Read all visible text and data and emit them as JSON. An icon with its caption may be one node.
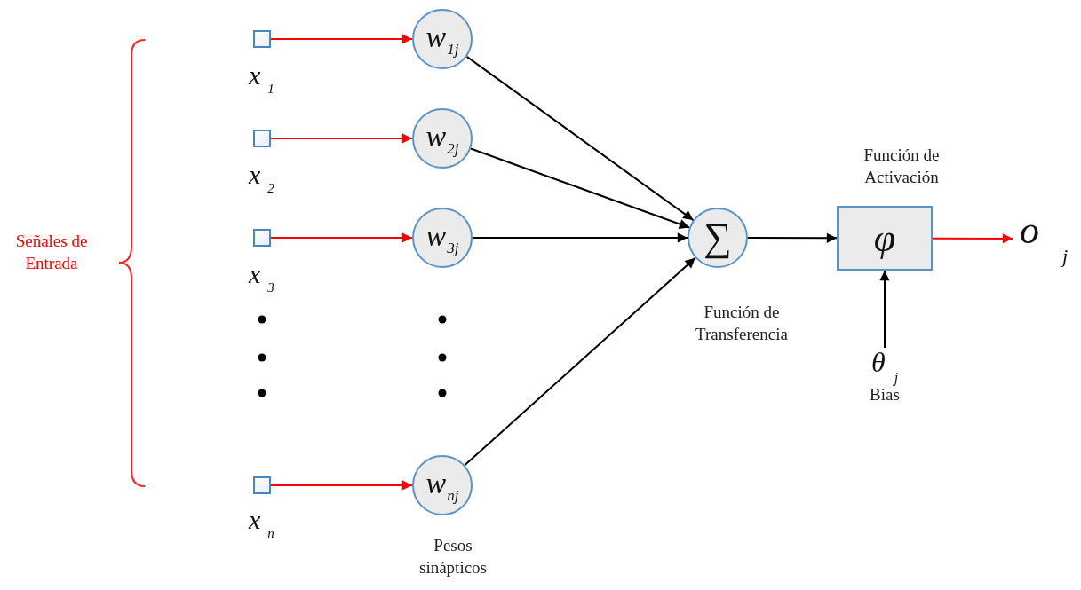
{
  "diagram": {
    "nodes": [
      {
        "text": [],
        "shape": "box",
        "beside": [
          "x$_{1}$"
        ]
      },
      {
        "text": [],
        "shape": "box",
        "beside": [
          "x$_{2}$"
        ]
      },
      {
        "text": [],
        "shape": "box",
        "beside": [
          "x$_{3}$"
        ]
      },
      {
        "text": [],
        "shape": "box",
        "beside": [
          "x$_{n}$"
        ]
      },
      {
        "text": [
          "w$_{1j}$"
        ]
      },
      {
        "text": [
          "w$_{2j}$"
        ]
      },
      {
        "text": [
          "w$_{3j}$"
        ]
      },
      {
        "text": [
          "w$_{nj}$"
        ]
      },
      {
        "text": [
          "∑"
        ],
        "beside": [
          "Función de Transferencia"
        ]
      },
      {
        "text": [
          "φ"
        ],
        "beside": [
          "Función de Activación"
        ]
      },
      {
        "text": [
          "o$_{j}$"
        ]
      },
      {
        "text": [
          "θ$_{j}$",
          "Bias"
        ]
      }
    ],
    "edges": [
      {
        "from": 0,
        "to": 4,
        "arrow": "to",
        "color": "#ff0000"
      },
      {
        "from": 1,
        "to": 5,
        "arrow": "to",
        "color": "#ff0000"
      },
      {
        "from": 2,
        "to": 6,
        "arrow": "to",
        "color": "#ff0000"
      },
      {
        "from": 3,
        "to": 7,
        "arrow": "to",
        "color": "#ff0000"
      },
      {
        "from": 4,
        "to": 8,
        "arrow": "to"
      },
      {
        "from": 5,
        "to": 8,
        "arrow": "to"
      },
      {
        "from": 6,
        "to": 8,
        "arrow": "to"
      },
      {
        "from": 7,
        "to": 8,
        "arrow": "to"
      },
      {
        "from": 8,
        "to": 9,
        "arrow": "to"
      },
      {
        "from": 9,
        "to": 10,
        "arrow": "to",
        "color": "#ff0000"
      },
      {
        "from": 11,
        "to": 9,
        "arrow": "to"
      }
    ],
    "labels": [
      "Señales de Entrada",
      "Pesos sinápticos"
    ]
  }
}
